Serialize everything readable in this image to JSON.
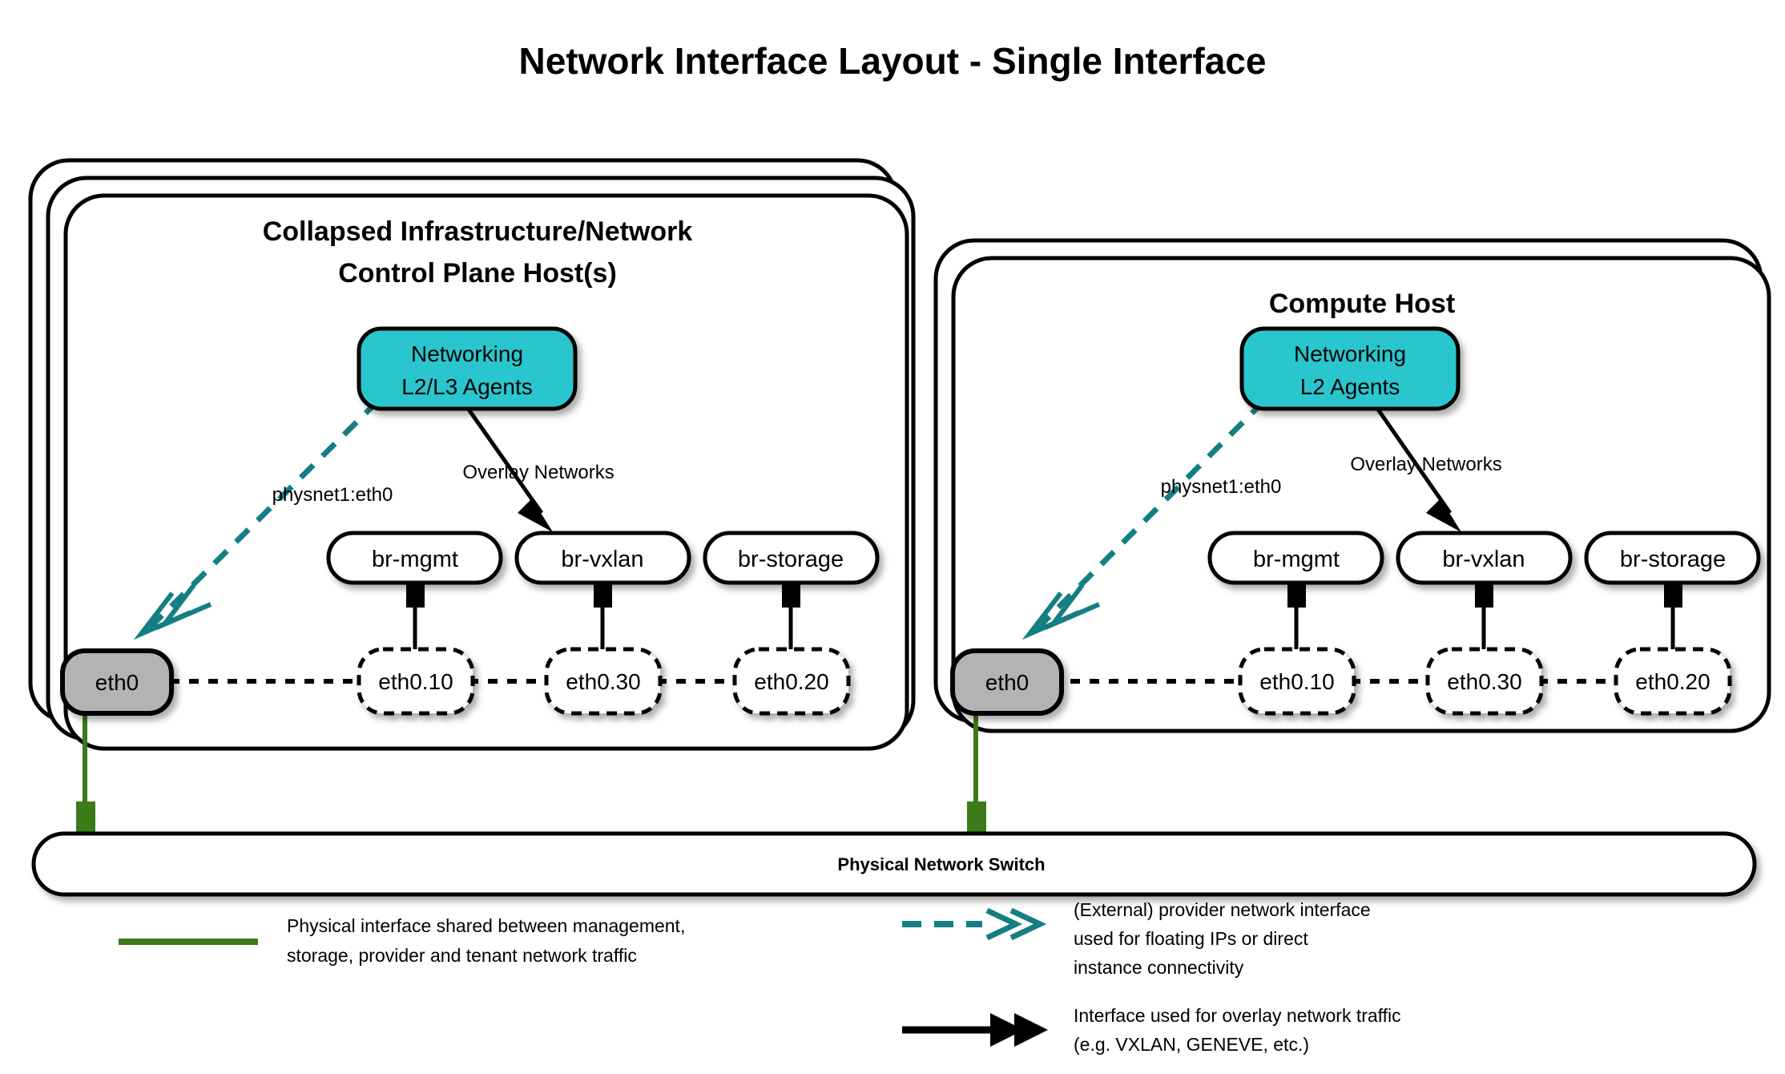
{
  "title": "Network Interface Layout - Single Interface",
  "hosts": [
    {
      "id": "control-plane",
      "title_line1": "Collapsed Infrastructure/Network",
      "title_line2": "Control Plane Host(s)",
      "stack_layers": 3,
      "agent_box": {
        "line1": "Networking",
        "line2": "L2/L3 Agents"
      },
      "edge_labels": {
        "provider": "physnet1:eth0",
        "overlay": "Overlay Networks"
      },
      "physical_interface": "eth0",
      "bridges": [
        {
          "bridge": "br-mgmt",
          "vlan": "eth0.10"
        },
        {
          "bridge": "br-vxlan",
          "vlan": "eth0.30"
        },
        {
          "bridge": "br-storage",
          "vlan": "eth0.20"
        }
      ]
    },
    {
      "id": "compute",
      "title_line1": "Compute Host",
      "title_line2": "",
      "stack_layers": 2,
      "agent_box": {
        "line1": "Networking",
        "line2": "L2 Agents"
      },
      "edge_labels": {
        "provider": "physnet1:eth0",
        "overlay": "Overlay Networks"
      },
      "physical_interface": "eth0",
      "bridges": [
        {
          "bridge": "br-mgmt",
          "vlan": "eth0.10"
        },
        {
          "bridge": "br-vxlan",
          "vlan": "eth0.30"
        },
        {
          "bridge": "br-storage",
          "vlan": "eth0.20"
        }
      ]
    }
  ],
  "switch": {
    "label": "Physical Network Switch"
  },
  "legend": [
    {
      "id": "physical-interface",
      "style": "solid-green-line",
      "color": "#3a7a18",
      "lines": [
        "Physical interface shared between management,",
        "storage, provider and tenant network traffic"
      ]
    },
    {
      "id": "provider-network",
      "style": "dashed-teal-double-arrow",
      "color": "#137f82",
      "lines": [
        "(External) provider network interface",
        "used for floating IPs or direct",
        "instance connectivity"
      ]
    },
    {
      "id": "overlay-network",
      "style": "solid-black-double-arrow",
      "color": "#000000",
      "lines": [
        "Interface used for overlay network traffic",
        "(e.g. VXLAN, GENEVE, etc.)"
      ]
    }
  ],
  "colors": {
    "teal_node": "#2ac6ce",
    "teal_link": "#137f82",
    "green_link": "#3a7a18",
    "gray_node": "#b3b3b3",
    "outline": "#000000"
  }
}
